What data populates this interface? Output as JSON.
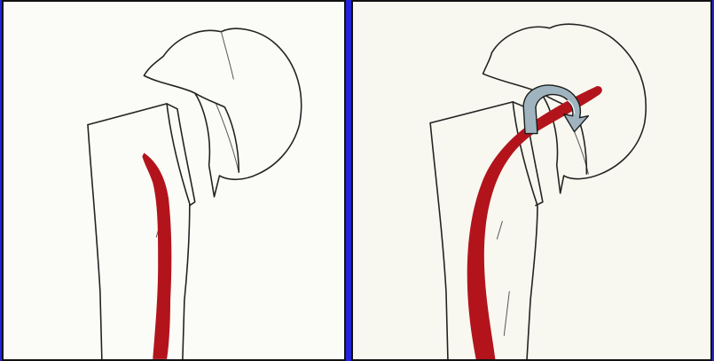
{
  "figure": {
    "panels": [
      {
        "id": "before",
        "content": "femur-fracture-sketch-straight-guide"
      },
      {
        "id": "after",
        "content": "femur-fracture-sketch-curved-guide-with-rotation-arrow"
      }
    ],
    "colors": {
      "background": "#2323d8",
      "panel_bg": "#fbfbf8",
      "outline": "#222222",
      "guide_red": "#b3141c",
      "arrow_fill": "#9fb4bf",
      "arrow_stroke": "#1a1a1a"
    },
    "icons": [
      "curved-rotation-arrow-icon"
    ]
  }
}
